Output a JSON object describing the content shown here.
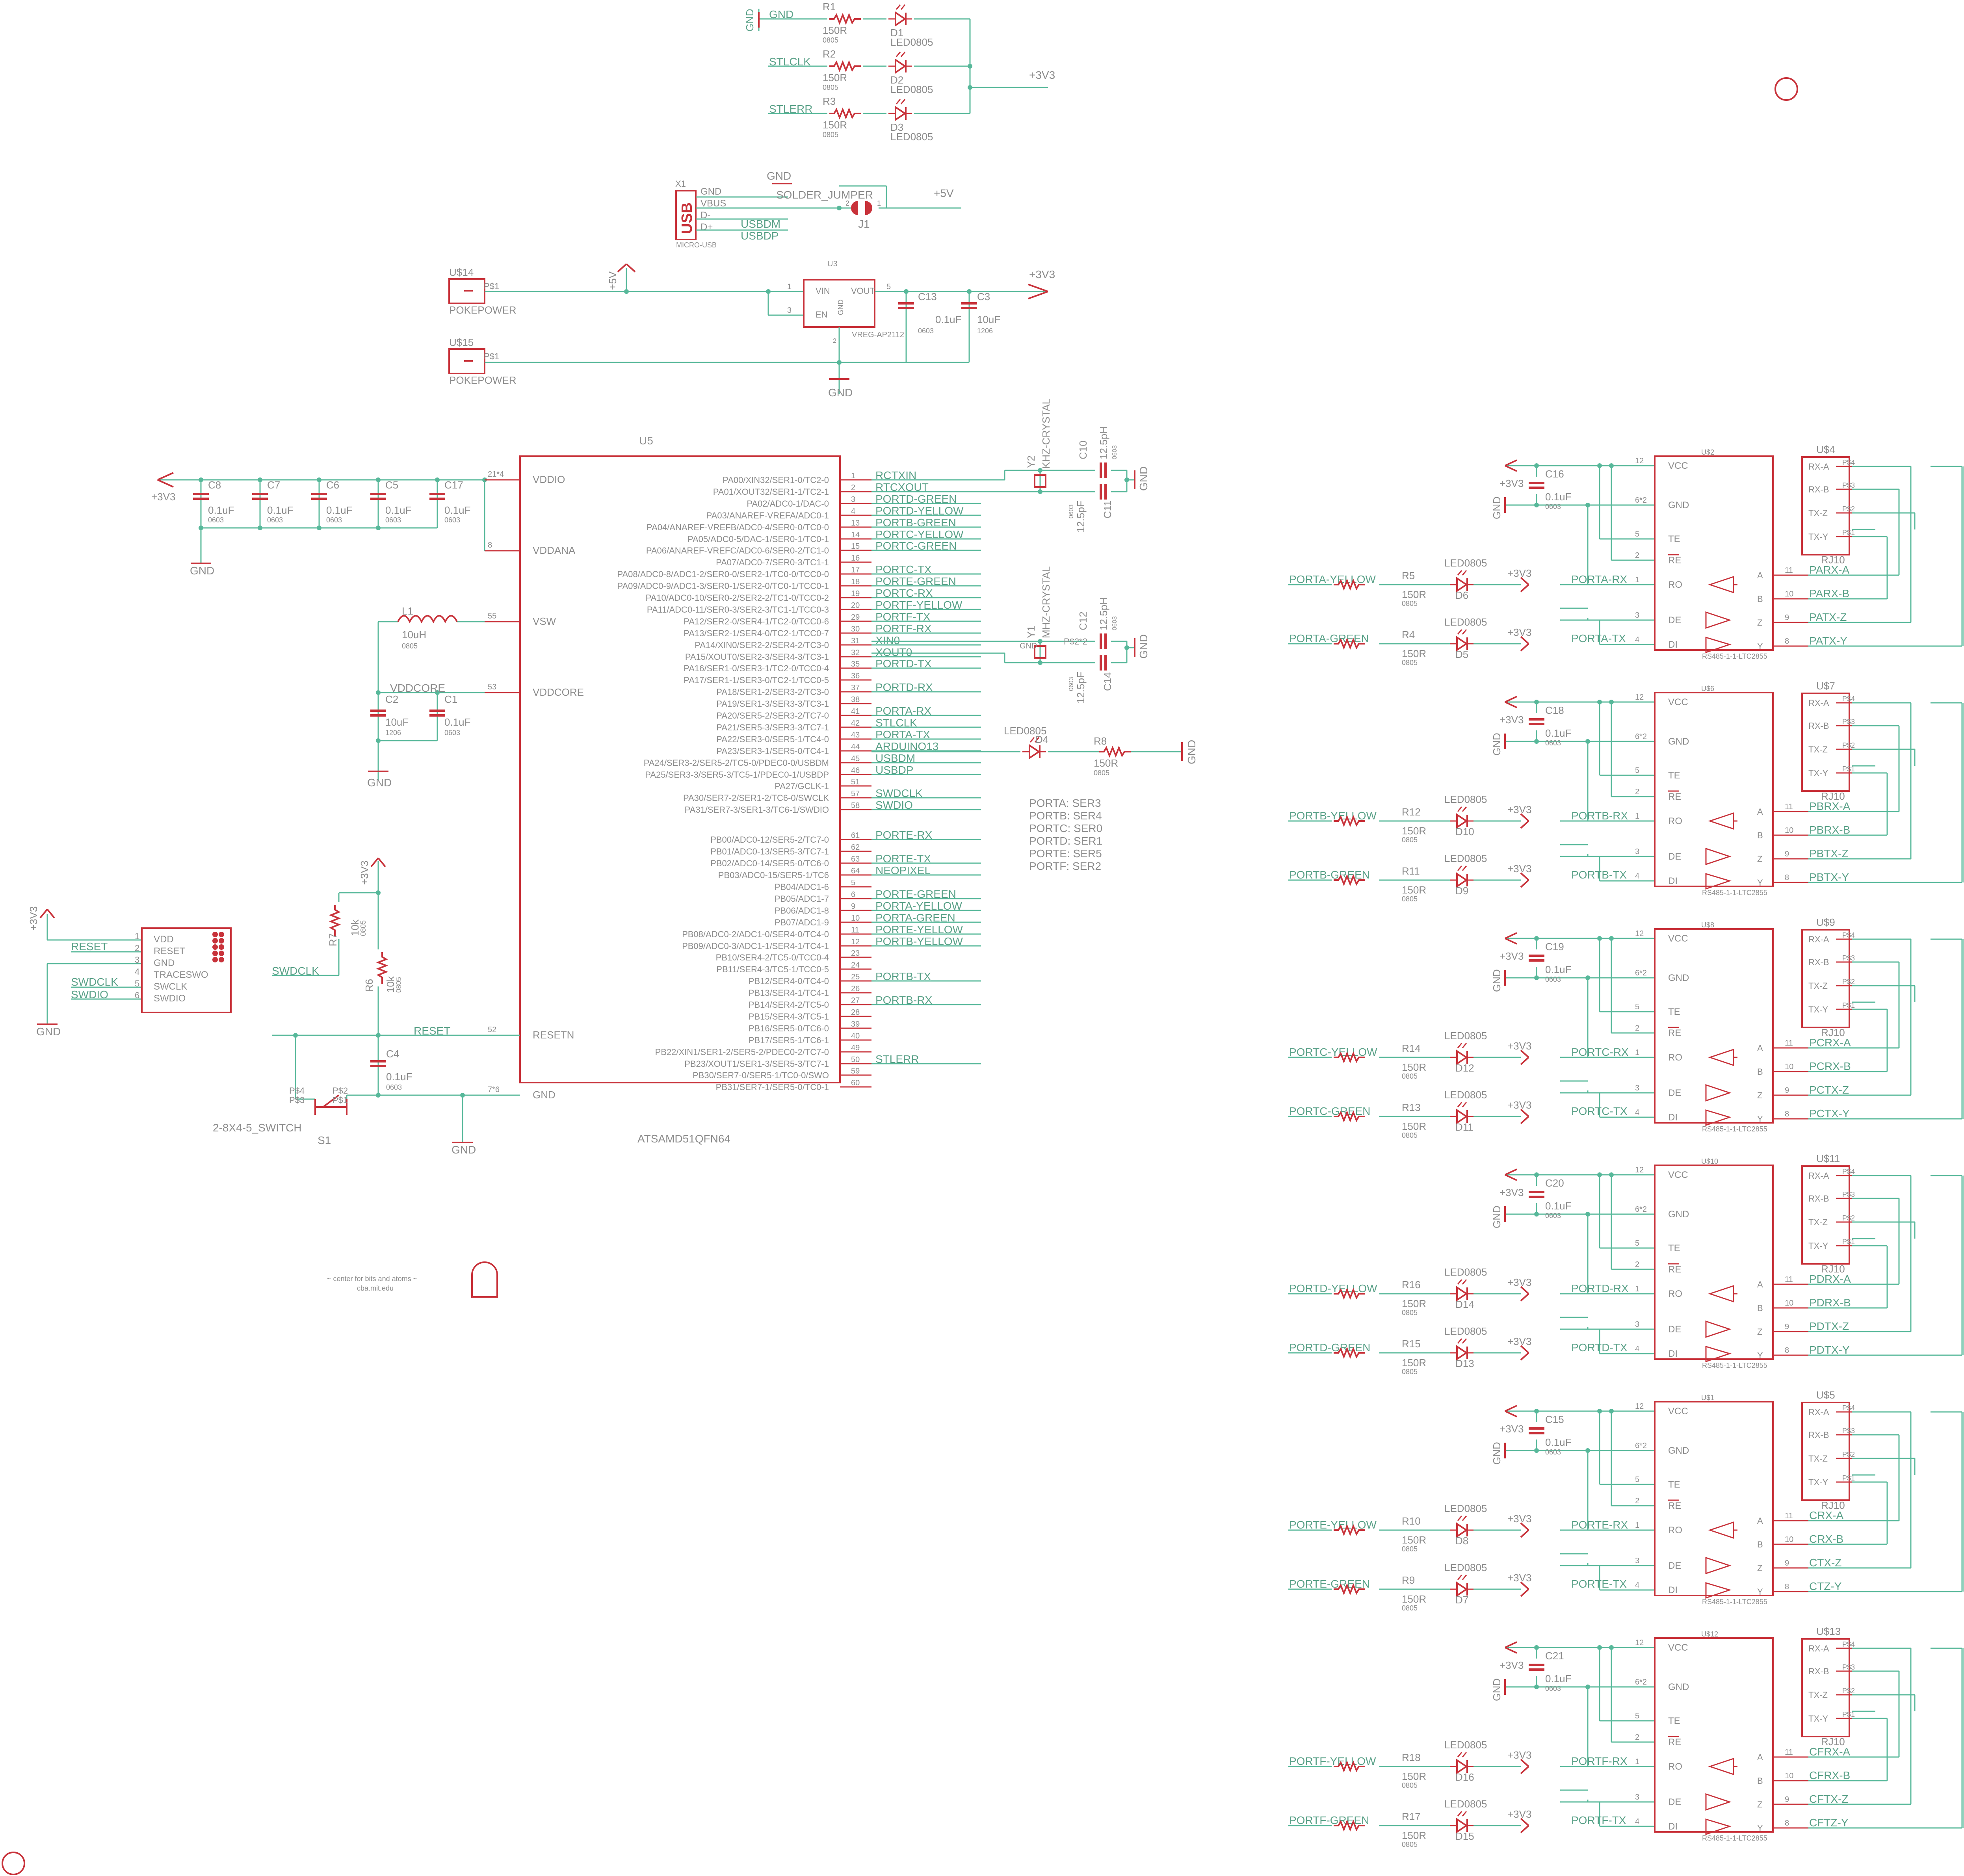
{
  "power_leds": {
    "ground_symbol": "GND",
    "rows": [
      {
        "net": "GND",
        "res": "R1",
        "val": "150R",
        "pkg": "0805",
        "led": "D1",
        "led_pkg": "LED0805"
      },
      {
        "net": "STLCLK",
        "res": "R2",
        "val": "150R",
        "pkg": "0805",
        "led": "D2",
        "led_pkg": "LED0805"
      },
      {
        "net": "STLERR",
        "res": "R3",
        "val": "150R",
        "pkg": "0805",
        "led": "D3",
        "led_pkg": "LED0805"
      }
    ],
    "rail": "+3V3"
  },
  "usb": {
    "ref": "X1",
    "label": "USB",
    "pkg": "MICRO-USB",
    "pins": [
      "GND",
      "VBUS",
      "D-",
      "D+"
    ],
    "gnd": "GND",
    "jumper": "SOLDER_JUMPER",
    "jumper_ref": "J1",
    "jp_pin2": "2",
    "jp_pin1": "1",
    "rail": "+5V",
    "usbdm": "USBDM",
    "usbdp": "USBDP"
  },
  "regulator": {
    "pp1": "U$14",
    "pp2": "U$15",
    "pp_pin": "P$1",
    "pp_label": "POKEPOWER",
    "in_rail": "+5V",
    "ref": "U3",
    "vin": "VIN",
    "vout": "VOUT",
    "en": "EN",
    "gndpin": "GND",
    "n1": "1",
    "n3": "3",
    "n5": "5",
    "n2": "2",
    "part": "VREG-AP2112",
    "c13": "C13",
    "c13v": "0.1uF",
    "c13p": "0603",
    "c3": "C3",
    "c3v": "10uF",
    "c3p": "1206",
    "rail": "+3V3",
    "gnd": "GND"
  },
  "decoupling": {
    "rail": "+3V3",
    "gnd": "GND",
    "caps": [
      {
        "ref": "C8",
        "val": "0.1uF",
        "pkg": "0603"
      },
      {
        "ref": "C7",
        "val": "0.1uF",
        "pkg": "0603"
      },
      {
        "ref": "C6",
        "val": "0.1uF",
        "pkg": "0603"
      },
      {
        "ref": "C5",
        "val": "0.1uF",
        "pkg": "0603"
      },
      {
        "ref": "C17",
        "val": "0.1uF",
        "pkg": "0603"
      }
    ]
  },
  "core": {
    "l1": "L1",
    "l1v": "10uH",
    "l1p": "0805",
    "vddcore": "VDDCORE",
    "c2": "C2",
    "c2v": "10uF",
    "c2p": "1206",
    "c1": "C1",
    "c1v": "0.1uF",
    "c1p": "0603",
    "gnd": "GND"
  },
  "mcu": {
    "ref": "U5",
    "part": "ATSAMD51QFN64",
    "left_pins": [
      {
        "label": "VDDIO",
        "num": "21*4"
      },
      {
        "label": "VDDANA",
        "num": "8"
      },
      {
        "label": "VSW",
        "num": "55"
      },
      {
        "label": "VDDCORE",
        "num": "53"
      },
      {
        "label": "RESETN",
        "num": "52"
      },
      {
        "label": "GND",
        "num": "7*6"
      }
    ],
    "right_pins": [
      {
        "label": "PA00/XIN32/SER1-0/TC2-0",
        "num": "1",
        "net": "RCTXIN"
      },
      {
        "label": "PA01/XOUT32/SER1-1/TC2-1",
        "num": "2",
        "net": "RTCXOUT"
      },
      {
        "label": "PA02/ADC0-1/DAC-0",
        "num": "3",
        "net": "PORTD-GREEN"
      },
      {
        "label": "PA03/ANAREF-VREFA/ADC0-1",
        "num": "4",
        "net": "PORTD-YELLOW"
      },
      {
        "label": "PA04/ANAREF-VREFB/ADC0-4/SER0-0/TC0-0",
        "num": "13",
        "net": "PORTB-GREEN"
      },
      {
        "label": "PA05/ADC0-5/DAC-1/SER0-1/TC0-1",
        "num": "14",
        "net": "PORTC-YELLOW"
      },
      {
        "label": "PA06/ANAREF-VREFC/ADC0-6/SER0-2/TC1-0",
        "num": "15",
        "net": "PORTC-GREEN"
      },
      {
        "label": "PA07/ADC0-7/SER0-3/TC1-1",
        "num": "16",
        "net": ""
      },
      {
        "label": "PA08/ADC0-8/ADC1-2/SER0-0/SER2-1/TC0-0/TCC0-0",
        "num": "17",
        "net": "PORTC-TX"
      },
      {
        "label": "PA09/ADC0-9/ADC1-3/SER0-1/SER2-0/TC0-1/TCC0-1",
        "num": "18",
        "net": "PORTE-GREEN"
      },
      {
        "label": "PA10/ADC0-10/SER0-2/SER2-2/TC1-0/TCC0-2",
        "num": "19",
        "net": "PORTC-RX"
      },
      {
        "label": "PA11/ADC0-11/SER0-3/SER2-3/TC1-1/TCC0-3",
        "num": "20",
        "net": "PORTF-YELLOW"
      },
      {
        "label": "PA12/SER2-0/SER4-1/TC2-0/TCC0-6",
        "num": "29",
        "net": "PORTF-TX"
      },
      {
        "label": "PA13/SER2-1/SER4-0/TC2-1/TCC0-7",
        "num": "30",
        "net": "PORTF-RX"
      },
      {
        "label": "PA14/XIN0/SER2-2/SER4-2/TC3-0",
        "num": "31",
        "net": "XIN0"
      },
      {
        "label": "PA15/XOUT0/SER2-3/SER4-3/TC3-1",
        "num": "32",
        "net": "XOUT0"
      },
      {
        "label": "PA16/SER1-0/SER3-1/TC2-0/TCC0-4",
        "num": "35",
        "net": "PORTD-TX"
      },
      {
        "label": "PA17/SER1-1/SER3-0/TC2-1/TCC0-5",
        "num": "36",
        "net": ""
      },
      {
        "label": "PA18/SER1-2/SER3-2/TC3-0",
        "num": "37",
        "net": "PORTD-RX"
      },
      {
        "label": "PA19/SER1-3/SER3-3/TC3-1",
        "num": "38",
        "net": ""
      },
      {
        "label": "PA20/SER5-2/SER3-2/TC7-0",
        "num": "41",
        "net": "PORTA-RX"
      },
      {
        "label": "PA21/SER5-3/SER3-3/TC7-1",
        "num": "42",
        "net": "STLCLK"
      },
      {
        "label": "PA22/SER3-0/SER5-1/TC4-0",
        "num": "43",
        "net": "PORTA-TX"
      },
      {
        "label": "PA23/SER3-1/SER5-0/TC4-1",
        "num": "44",
        "net": "ARDUINO13"
      },
      {
        "label": "PA24/SER3-2/SER5-2/TC5-0/PDEC0-0/USBDM",
        "num": "45",
        "net": "USBDM"
      },
      {
        "label": "PA25/SER3-3/SER5-3/TC5-1/PDEC0-1/USBDP",
        "num": "46",
        "net": "USBDP"
      },
      {
        "label": "PA27/GCLK-1",
        "num": "51",
        "net": ""
      },
      {
        "label": "PA30/SER7-2/SER1-2/TC6-0/SWCLK",
        "num": "57",
        "net": "SWDCLK"
      },
      {
        "label": "PA31/SER7-3/SER1-3/TC6-1/SWDIO",
        "num": "58",
        "net": "SWDIO"
      },
      {
        "label": "PB00/ADC0-12/SER5-2/TC7-0",
        "num": "61",
        "net": "PORTE-RX"
      },
      {
        "label": "PB01/ADC0-13/SER5-3/TC7-1",
        "num": "62",
        "net": ""
      },
      {
        "label": "PB02/ADC0-14/SER5-0/TC6-0",
        "num": "63",
        "net": "PORTE-TX"
      },
      {
        "label": "PB03/ADC0-15/SER5-1/TC6",
        "num": "64",
        "net": "NEOPIXEL"
      },
      {
        "label": "PB04/ADC1-6",
        "num": "5",
        "net": ""
      },
      {
        "label": "PB05/ADC1-7",
        "num": "6",
        "net": "PORTE-GREEN"
      },
      {
        "label": "PB06/ADC1-8",
        "num": "9",
        "net": "PORTA-YELLOW"
      },
      {
        "label": "PB07/ADC1-9",
        "num": "10",
        "net": "PORTA-GREEN"
      },
      {
        "label": "PB08/ADC0-2/ADC1-0/SER4-0/TC4-0",
        "num": "11",
        "net": "PORTE-YELLOW"
      },
      {
        "label": "PB09/ADC0-3/ADC1-1/SER4-1/TC4-1",
        "num": "12",
        "net": "PORTB-YELLOW"
      },
      {
        "label": "PB10/SER4-2/TC5-0/TCC0-4",
        "num": "23",
        "net": ""
      },
      {
        "label": "PB11/SER4-3/TC5-1/TCC0-5",
        "num": "24",
        "net": ""
      },
      {
        "label": "PB12/SER4-0/TC4-0",
        "num": "25",
        "net": "PORTB-TX"
      },
      {
        "label": "PB13/SER4-1/TC4-1",
        "num": "26",
        "net": ""
      },
      {
        "label": "PB14/SER4-2/TC5-0",
        "num": "27",
        "net": "PORTB-RX"
      },
      {
        "label": "PB15/SER4-3/TC5-1",
        "num": "28",
        "net": ""
      },
      {
        "label": "PB16/SER5-0/TC6-0",
        "num": "39",
        "net": ""
      },
      {
        "label": "PB17/SER5-1/TC6-1",
        "num": "40",
        "net": ""
      },
      {
        "label": "PB22/XIN1/SER1-2/SER5-2/PDEC0-2/TC7-0",
        "num": "49",
        "net": ""
      },
      {
        "label": "PB23/XOUT1/SER1-3/SER5-3/TC7-1",
        "num": "50",
        "net": "STLERR"
      },
      {
        "label": "PB30/SER7-0/SER5-1/TC0-0/SWO",
        "num": "59",
        "net": ""
      },
      {
        "label": "PB31/SER7-1/SER5-0/TC0-1",
        "num": "60",
        "net": ""
      }
    ]
  },
  "crystals": {
    "y2": "Y2",
    "y2p": "KHZ-CRYSTAL",
    "c10": "C10",
    "c11": "C11",
    "c10v": "12.5pH",
    "c10p": "0603",
    "c11v": "12.5pF",
    "c11p": "0603",
    "y1": "Y1",
    "y1p": "MHZ-CRYSTAL",
    "c12": "C12",
    "c14": "C14",
    "c12v": "12.5pH",
    "c12p": "0603",
    "c14v": "12.5pF",
    "c14p": "0603",
    "p2": "P$2*2",
    "gndlbl": "GND",
    "gnd": "GND"
  },
  "status_led": {
    "part": "LED0805",
    "ref": "D4",
    "res": "R8",
    "val": "150R",
    "pkg": "0805",
    "gnd": "GND"
  },
  "port_map": [
    "PORTA: SER3",
    "PORTB: SER4",
    "PORTC: SER0",
    "PORTD: SER1",
    "PORTE: SER5",
    "PORTF: SER2"
  ],
  "swd": {
    "rail": "+3V3",
    "gnd": "GND",
    "pins": [
      {
        "num": "1",
        "label": "VDD"
      },
      {
        "num": "2",
        "label": "RESET"
      },
      {
        "num": "3",
        "label": "GND"
      },
      {
        "num": "4",
        "label": "TRACESWO"
      },
      {
        "num": "5",
        "label": "SWCLK"
      },
      {
        "num": "6",
        "label": "SWDIO"
      }
    ],
    "net_reset": "RESET",
    "net_swdclk": "SWDCLK",
    "net_swdio": "SWDIO"
  },
  "reset": {
    "rail": "+3V3",
    "r7": "R7",
    "r7v": "10k",
    "r7p": "0805",
    "r6": "R6",
    "r6v": "10k",
    "r6p": "0805",
    "swdclk": "SWDCLK",
    "net": "RESET",
    "c4": "C4",
    "c4v": "0.1uF",
    "c4p": "0603",
    "sw_part": "2-8X4-5_SWITCH",
    "sw_ref": "S1",
    "p4": "P$4",
    "p3": "P$3",
    "p2": "P$2",
    "p1": "P$1",
    "gnd": "GND"
  },
  "credit": {
    "line1": "~ center for bits and atoms ~",
    "line2": "cba.mit.edu"
  },
  "transceiver_part": "RS485-1-1-LTC2855",
  "transceiver_pins": {
    "vcc": "VCC",
    "gnd": "GND",
    "te": "TE",
    "re": "RE",
    "ro": "RO",
    "de": "DE",
    "di": "DI",
    "a": "A",
    "b": "B",
    "z": "Z",
    "y": "Y",
    "n12": "12",
    "n62": "6*2",
    "n5": "5",
    "n2": "2",
    "n1": "1",
    "n3": "3",
    "n4": "4",
    "n11": "11",
    "n10": "10",
    "n9": "9",
    "n8": "8"
  },
  "rj10": {
    "part": "RJ10",
    "p4": "P$4",
    "p3": "P$3",
    "p2": "P$2",
    "p1": "P$1",
    "rxa": "RX-A",
    "rxb": "RX-B",
    "txz": "TX-Z",
    "txy": "TX-Y"
  },
  "ports": [
    {
      "cap": "C16",
      "chip": "U$2",
      "conn": "U$4",
      "rx": "PORTA-RX",
      "tx": "PORTA-TX",
      "yellow": "PORTA-YELLOW",
      "green": "PORTA-GREEN",
      "r_y": "R5",
      "d_y": "D6",
      "r_g": "R4",
      "d_g": "D5",
      "a": "PARX-A",
      "b": "PARX-B",
      "z": "PATX-Z",
      "y": "PATX-Y"
    },
    {
      "cap": "C18",
      "chip": "U$6",
      "conn": "U$7",
      "rx": "PORTB-RX",
      "tx": "PORTB-TX",
      "yellow": "PORTB-YELLOW",
      "green": "PORTB-GREEN",
      "r_y": "R12",
      "d_y": "D10",
      "r_g": "R11",
      "d_g": "D9",
      "a": "PBRX-A",
      "b": "PBRX-B",
      "z": "PBTX-Z",
      "y": "PBTX-Y"
    },
    {
      "cap": "C19",
      "chip": "U$8",
      "conn": "U$9",
      "rx": "PORTC-RX",
      "tx": "PORTC-TX",
      "yellow": "PORTC-YELLOW",
      "green": "PORTC-GREEN",
      "r_y": "R14",
      "d_y": "D12",
      "r_g": "R13",
      "d_g": "D11",
      "a": "PCRX-A",
      "b": "PCRX-B",
      "z": "PCTX-Z",
      "y": "PCTX-Y"
    },
    {
      "cap": "C20",
      "chip": "U$10",
      "conn": "U$11",
      "rx": "PORTD-RX",
      "tx": "PORTD-TX",
      "yellow": "PORTD-YELLOW",
      "green": "PORTD-GREEN",
      "r_y": "R16",
      "d_y": "D14",
      "r_g": "R15",
      "d_g": "D13",
      "a": "PDRX-A",
      "b": "PDRX-B",
      "z": "PDTX-Z",
      "y": "PDTX-Y"
    },
    {
      "cap": "C15",
      "chip": "U$1",
      "conn": "U$5",
      "rx": "PORTE-RX",
      "tx": "PORTE-TX",
      "yellow": "PORTE-YELLOW",
      "green": "PORTE-GREEN",
      "r_y": "R10",
      "d_y": "D8",
      "r_g": "R9",
      "d_g": "D7",
      "a": "CRX-A",
      "b": "CRX-B",
      "z": "CTX-Z",
      "y": "CTZ-Y"
    },
    {
      "cap": "C21",
      "chip": "U$12",
      "conn": "U$13",
      "rx": "PORTF-RX",
      "tx": "PORTF-TX",
      "yellow": "PORTF-YELLOW",
      "green": "PORTF-GREEN",
      "r_y": "R18",
      "d_y": "D16",
      "r_g": "R17",
      "d_g": "D15",
      "a": "CFRX-A",
      "b": "CFRX-B",
      "z": "CFTX-Z",
      "y": "CFTZ-Y"
    }
  ],
  "port_common": {
    "rail": "+3V3",
    "gnd": "GND",
    "cap_val": "0.1uF",
    "cap_pkg": "0603",
    "res_val": "150R",
    "res_pkg": "0805",
    "led_pkg": "LED0805"
  }
}
